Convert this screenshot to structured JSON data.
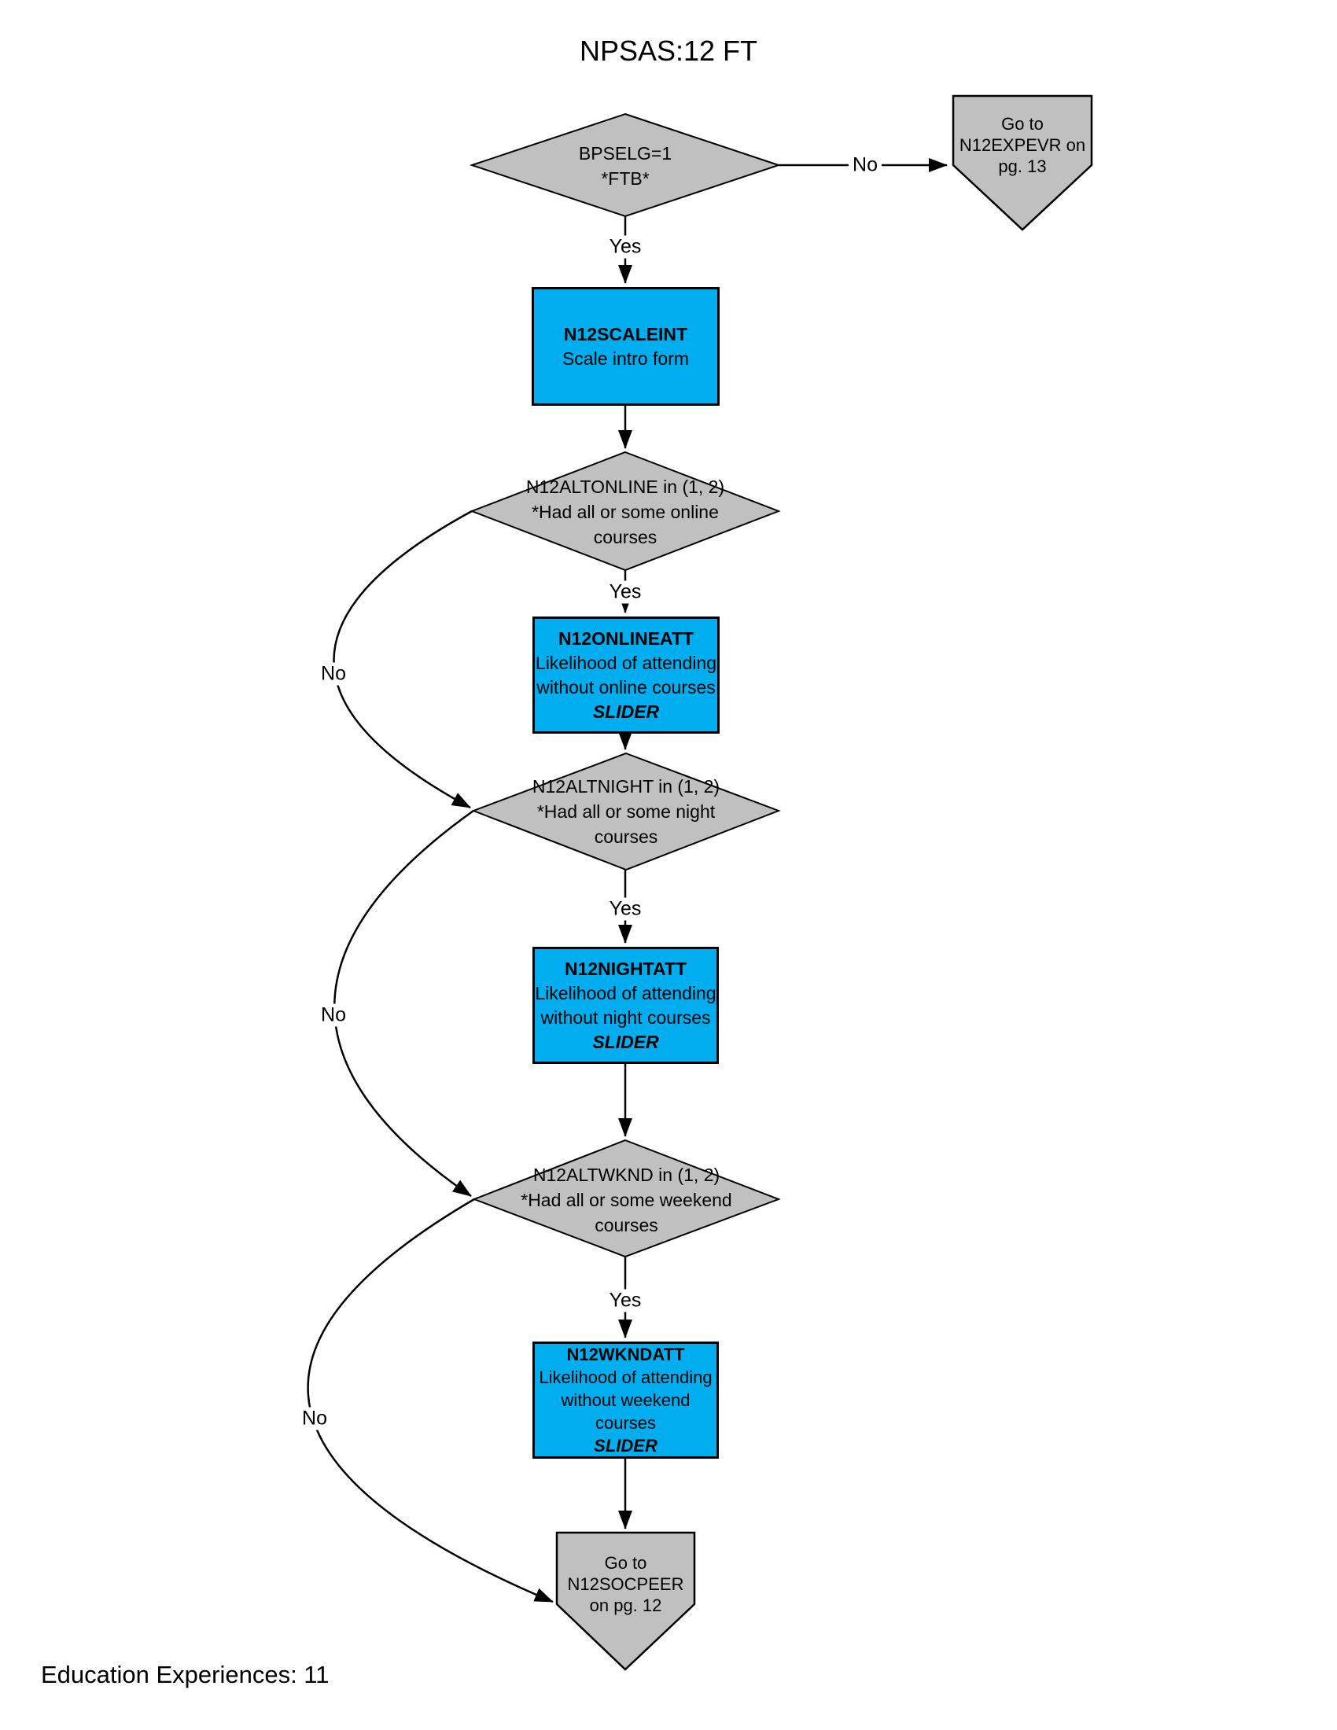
{
  "title": "NPSAS:12 FT",
  "footer": "Education Experiences: 11",
  "colors": {
    "node_blue": "#00AEEF",
    "node_gray": "#C0C0C0",
    "line_black": "#000000"
  },
  "nodes": {
    "decision_bpselg": {
      "line1": "BPSELG=1",
      "line2": "*FTB*"
    },
    "offpage_expevr": {
      "line1": "Go to",
      "line2": "N12EXPEVR on",
      "line3": "pg. 13"
    },
    "process_scaleint": {
      "name": "N12SCALEINT",
      "desc1": "Scale intro form"
    },
    "decision_altonline": {
      "line1": "N12ALTONLINE in (1, 2)",
      "line2": "*Had all or some online",
      "line3": "courses"
    },
    "process_onlineatt": {
      "name": "N12ONLINEATT",
      "desc1": "Likelihood of attending",
      "desc2": "without online courses",
      "tag": "SLIDER"
    },
    "decision_altnight": {
      "line1": "N12ALTNIGHT in (1, 2)",
      "line2": "*Had all or some night",
      "line3": "courses"
    },
    "process_nightatt": {
      "name": "N12NIGHTATT",
      "desc1": "Likelihood of attending",
      "desc2": "without night courses",
      "tag": "SLIDER"
    },
    "decision_altwknd": {
      "line1": "N12ALTWKND in (1, 2)",
      "line2": "*Had all or some weekend",
      "line3": "courses"
    },
    "process_wkndatt": {
      "name": "N12WKNDATT",
      "desc1": "Likelihood of attending",
      "desc2": "without weekend",
      "desc3": "courses",
      "tag": "SLIDER"
    },
    "offpage_socpeer": {
      "line1": "Go to",
      "line2": "N12SOCPEER",
      "line3": "on pg. 12"
    }
  },
  "edge_labels": {
    "bpselg_no": "No",
    "bpselg_yes": "Yes",
    "altonline_yes": "Yes",
    "altonline_no": "No",
    "altnight_yes": "Yes",
    "altnight_no": "No",
    "altwknd_yes": "Yes",
    "altwknd_no": "No"
  }
}
